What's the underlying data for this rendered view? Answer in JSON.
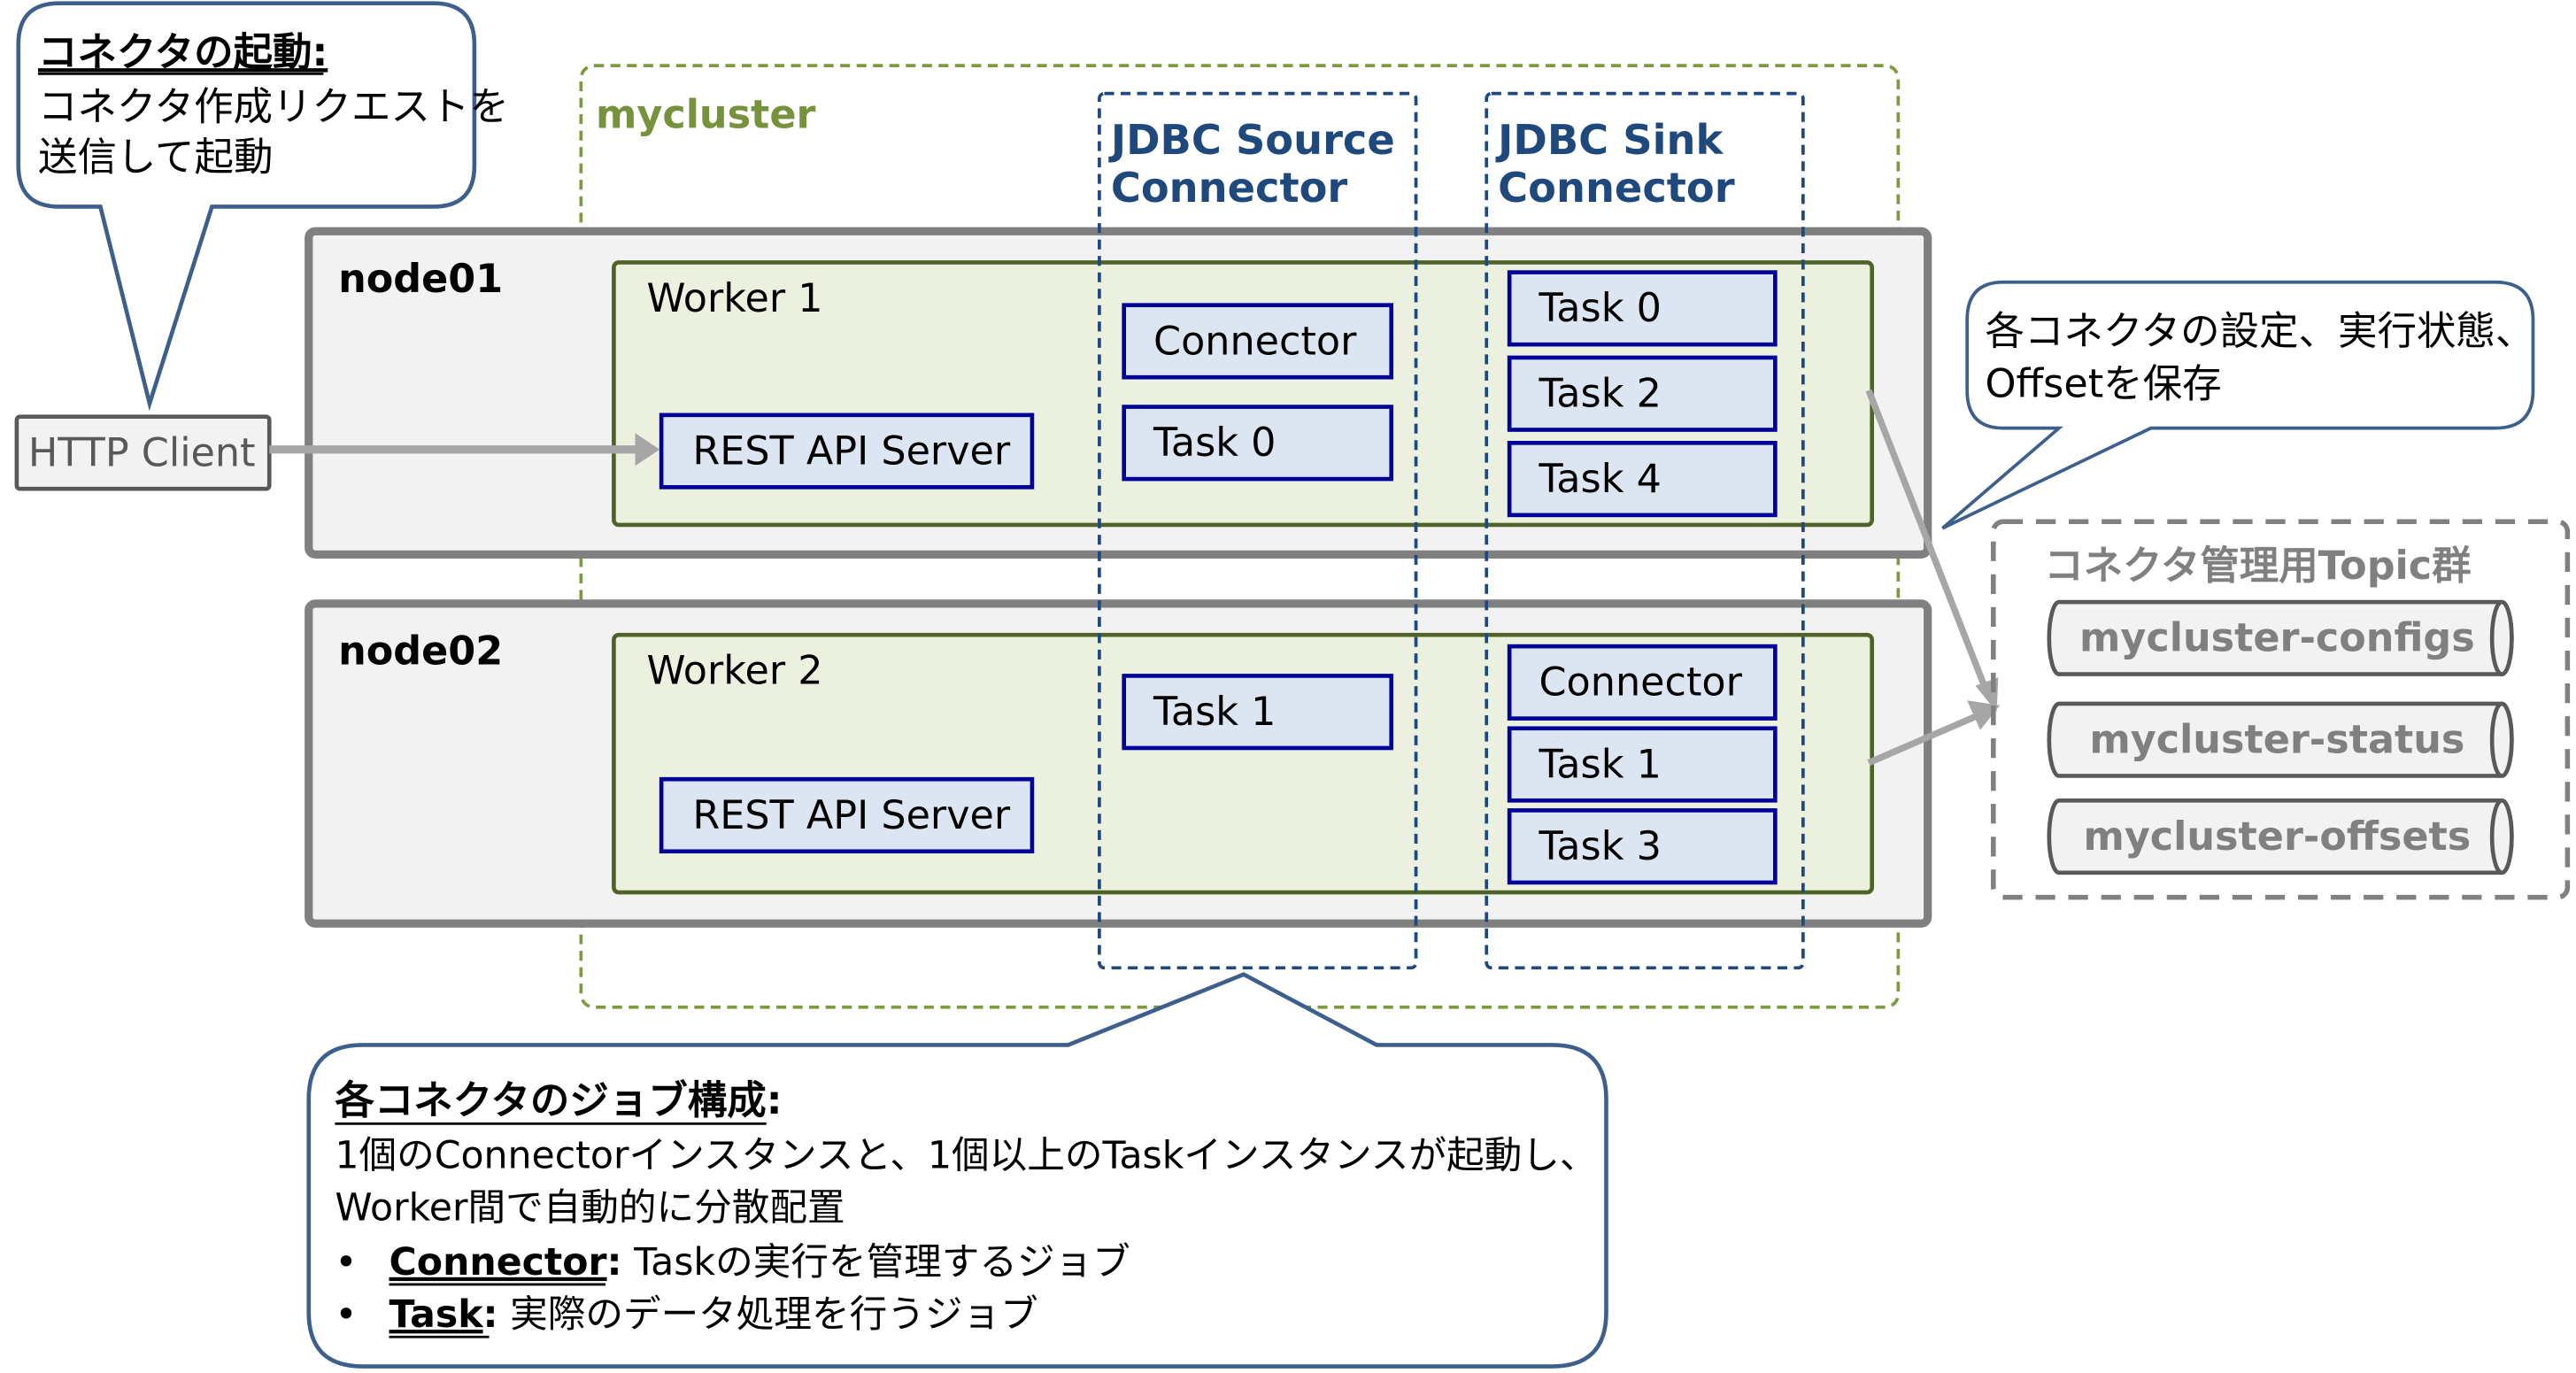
{
  "colors": {
    "callout_border": "#3d5f8c",
    "cluster_border": "#7f9a3d",
    "cluster_label": "#76923c",
    "connector_group_border": "#1f497d",
    "connector_group_label": "#1f497d",
    "node_border": "#808080",
    "node_fill": "#f2f2f2",
    "worker_border": "#4f6228",
    "worker_fill": "#ebf1de",
    "component_border": "#000099",
    "component_fill": "#dce6f2",
    "arrow": "#a6a6a6",
    "topic_text": "#808080",
    "topic_border": "#595959"
  },
  "callout_startup": {
    "title": "コネクタの起動:",
    "line1": "コネクタ作成リクエストを",
    "line2": "送信して起動"
  },
  "http_client": {
    "label": "HTTP Client"
  },
  "cluster": {
    "label": "mycluster"
  },
  "connector_groups": {
    "source": {
      "line1": "JDBC Source",
      "line2": "Connector"
    },
    "sink": {
      "line1": "JDBC Sink",
      "line2": "Connector"
    }
  },
  "nodes": [
    {
      "label": "node01",
      "worker": "Worker 1",
      "rest": "REST API Server",
      "source_items": [
        "Connector",
        "Task 0"
      ],
      "sink_items": [
        "Task 0",
        "Task 2",
        "Task 4"
      ]
    },
    {
      "label": "node02",
      "worker": "Worker 2",
      "rest": "REST API Server",
      "source_items": [
        "Task 1"
      ],
      "sink_items": [
        "Connector",
        "Task 1",
        "Task 3"
      ]
    }
  ],
  "callout_storage": {
    "line1": "各コネクタの設定、実行状態、",
    "line2": "Offsetを保存"
  },
  "topics": {
    "title": "コネクタ管理用Topic群",
    "items": [
      "mycluster-configs",
      "mycluster-status",
      "mycluster-offsets"
    ]
  },
  "callout_jobs": {
    "title": "各コネクタのジョブ構成:",
    "line1": "1個のConnectorインスタンスと、1個以上のTaskインスタンスが起動し、",
    "line2": "Worker間で自動的に分散配置",
    "bullets": [
      {
        "term": "Connector",
        "colon": ":",
        "desc": " Taskの実行を管理するジョブ"
      },
      {
        "term": "Task",
        "colon": ":",
        "desc": " 実際のデータ処理を行うジョブ"
      }
    ],
    "bullet_char": "•"
  }
}
